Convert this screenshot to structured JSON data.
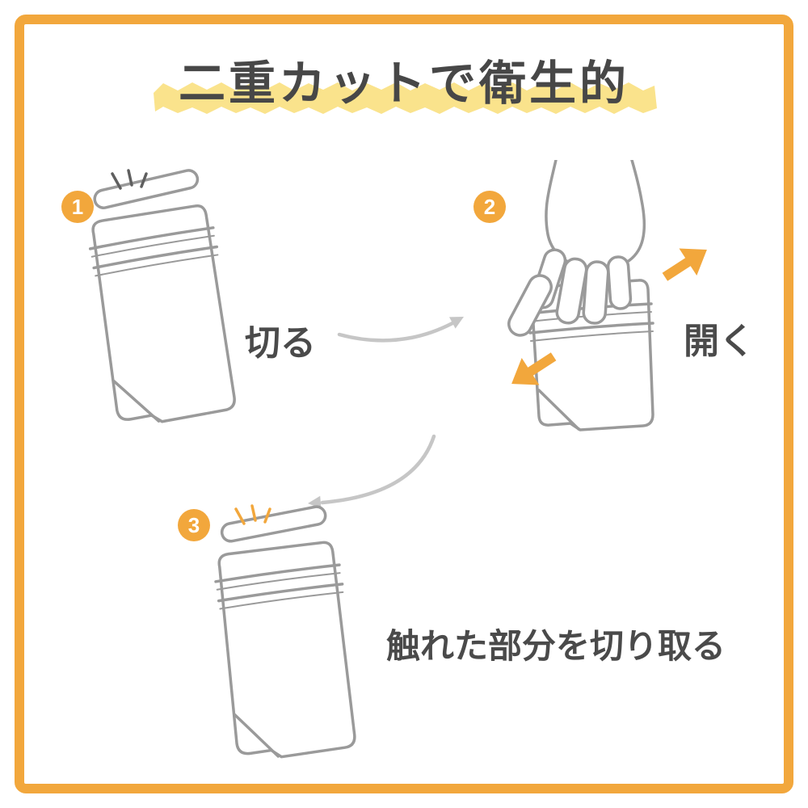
{
  "title": "二重カットで衛生的",
  "steps": [
    {
      "number": "1",
      "label": "切る"
    },
    {
      "number": "2",
      "label": "開く"
    },
    {
      "number": "3",
      "label": "触れた部分を切り取る"
    }
  ],
  "icons": {
    "arrow_step1_to_step2": "curved-arrow-right",
    "arrow_step2_to_step3": "curved-arrow-down-left",
    "open_arrow_upper": "thick-arrow-up-right",
    "open_arrow_lower": "thick-arrow-down-left",
    "sparkle_step1": "cut-sparkle",
    "sparkle_step3": "cut-sparkle"
  },
  "colors": {
    "frame_orange": "#F2A73C",
    "badge_orange": "#F2A73C",
    "highlight_yellow": "#FAE38C",
    "text_dark": "#4A4A4A",
    "lineart_gray": "#9A9A9A",
    "arrow_gray": "#C6C6C6"
  }
}
